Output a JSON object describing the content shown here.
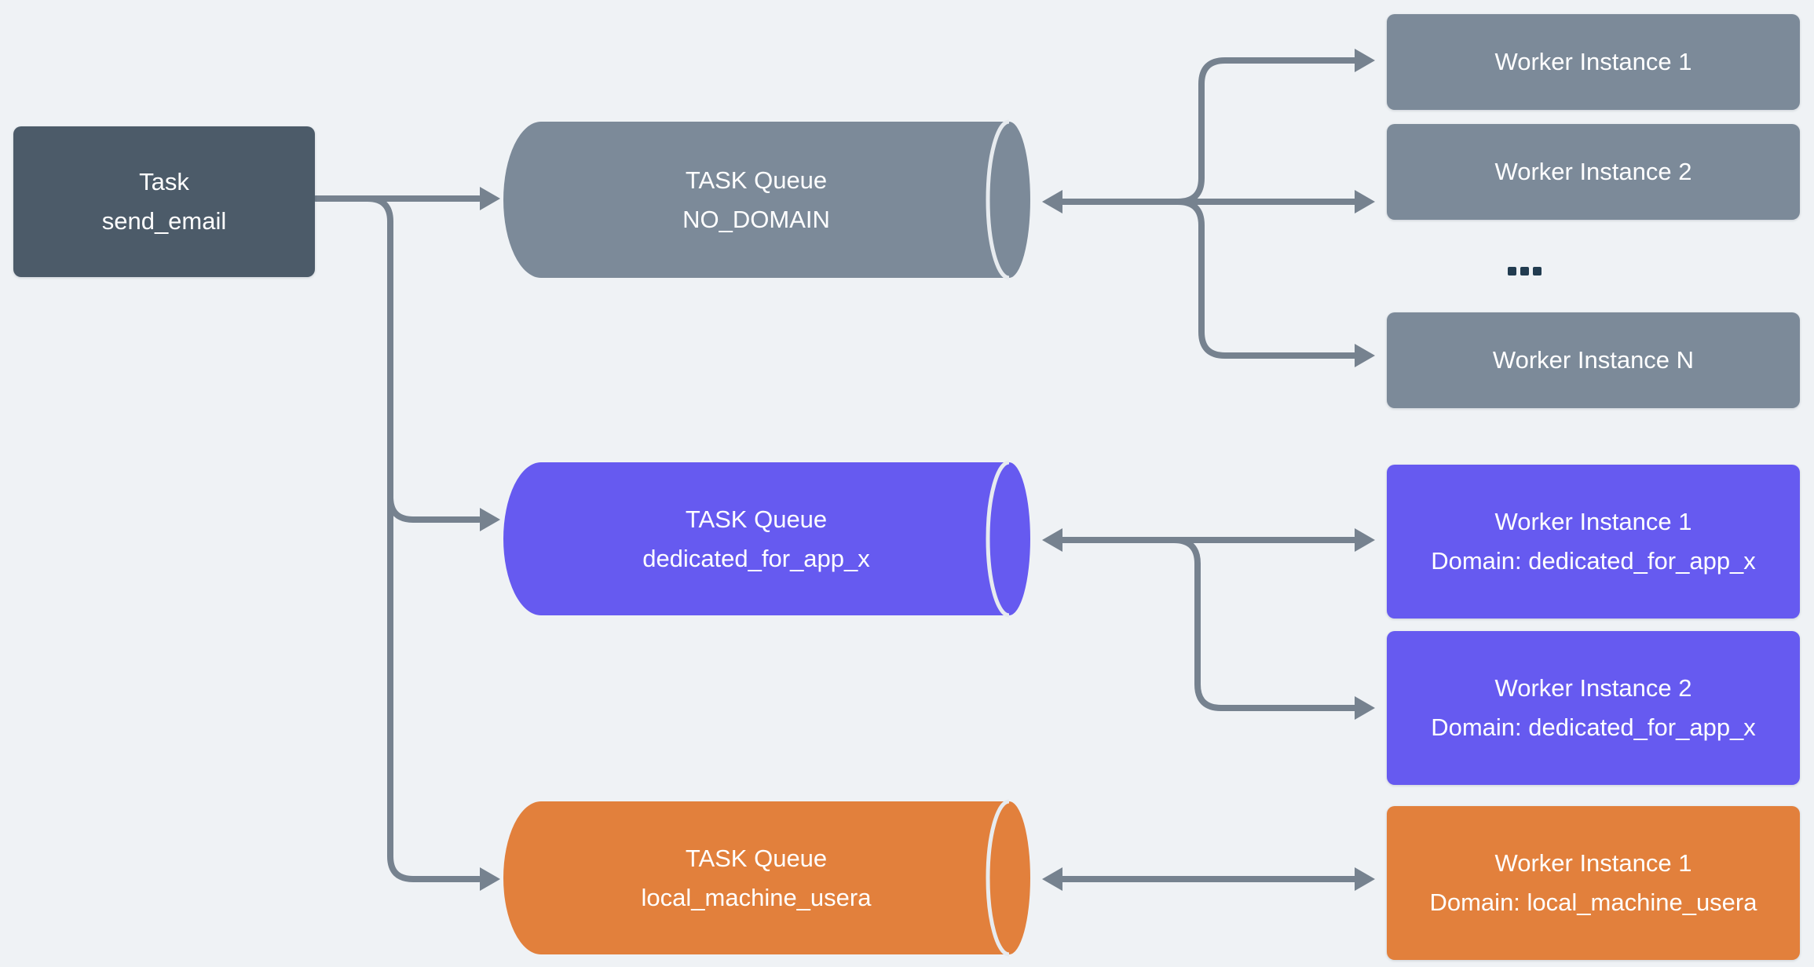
{
  "colors": {
    "background": "#eff2f5",
    "task_box": "#4c5b69",
    "queue_gray": "#7c8a99",
    "queue_purple": "#665af0",
    "queue_orange": "#e2803c",
    "arrow": "#76828f",
    "cylinder_seam": "#e7ebef",
    "ellipsis_dots": "#223c50",
    "text": "#ffffff"
  },
  "task": {
    "line1": "Task",
    "line2": "send_email"
  },
  "queues": {
    "no_domain": {
      "line1": "TASK Queue",
      "line2": "NO_DOMAIN"
    },
    "dedicated": {
      "line1": "TASK Queue",
      "line2": "dedicated_for_app_x"
    },
    "local": {
      "line1": "TASK Queue",
      "line2": "local_machine_usera"
    }
  },
  "workers": {
    "no_domain": {
      "w1": "Worker Instance 1",
      "w2": "Worker Instance 2",
      "ellipsis": "...",
      "wn": "Worker Instance N"
    },
    "dedicated": {
      "w1_line1": "Worker Instance 1",
      "w1_line2": "Domain: dedicated_for_app_x",
      "w2_line1": "Worker Instance 2",
      "w2_line2": "Domain: dedicated_for_app_x"
    },
    "local": {
      "w1_line1": "Worker Instance 1",
      "w1_line2": "Domain: local_machine_usera"
    }
  }
}
